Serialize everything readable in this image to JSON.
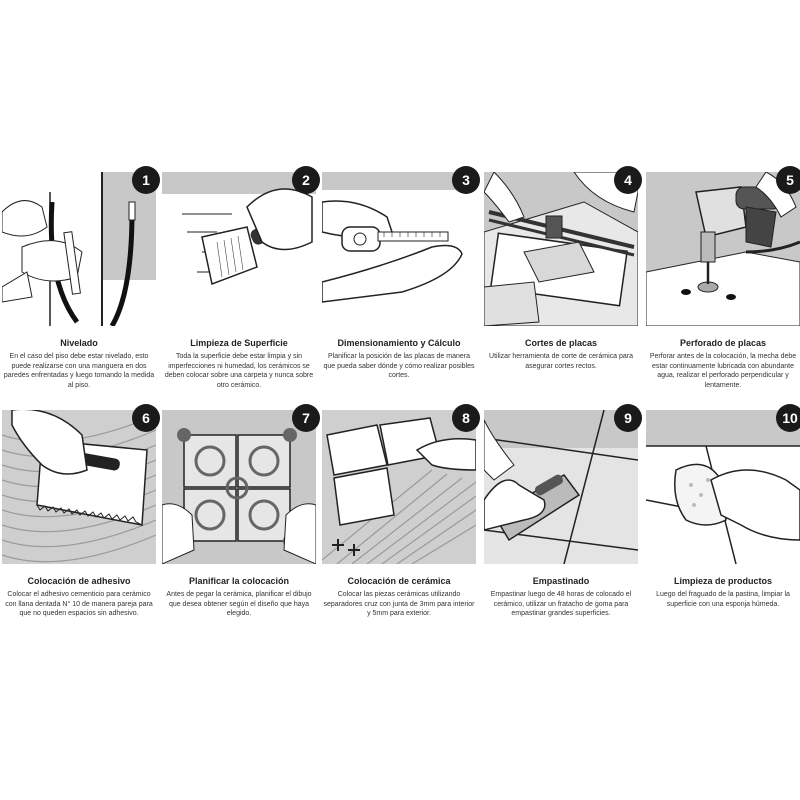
{
  "steps": [
    {
      "number": "1",
      "title": "Nivelado",
      "desc": "En el caso del piso debe estar nivelado, esto puede realizarse con una manguera en dos paredes enfrentadas y luego tomando la medida al piso.",
      "icon": "leveling-hose-icon"
    },
    {
      "number": "2",
      "title": "Limpieza de Superficie",
      "desc": "Toda la superficie debe estar limpia y sin imperfecciones ni humedad, los cerámicos se deben colocar sobre una carpeta y nunca sobre otro cerámico.",
      "icon": "scraper-icon"
    },
    {
      "number": "3",
      "title": "Dimensionamiento y Cálculo",
      "desc": "Planificar la posición de las placas de manera que pueda saber dónde y cómo realizar posibles cortes.",
      "icon": "measuring-tape-icon"
    },
    {
      "number": "4",
      "title": "Cortes de placas",
      "desc": "Utilizar herramienta de corte de cerámica para asegurar cortes rectos.",
      "icon": "tile-cutter-icon"
    },
    {
      "number": "5",
      "title": "Perforado de placas",
      "desc": "Perforar antes de la colocación, la mecha debe estar continuamente lubricada con abundante agua, realizar el perforado perpendicular y lentamente.",
      "icon": "drill-icon"
    },
    {
      "number": "6",
      "title": "Colocación de adhesivo",
      "desc": "Colocar el adhesivo cementicio para cerámico con llana dentada N° 10 de manera pareja para que no queden espacios sin adhesivo.",
      "icon": "notched-trowel-icon"
    },
    {
      "number": "7",
      "title": "Planificar la colocación",
      "desc": "Antes de pegar la cerámica, planificar el dibujo que desea obtener según el diseño que haya elegido.",
      "icon": "tile-pattern-icon"
    },
    {
      "number": "8",
      "title": "Colocación de cerámica",
      "desc": "Colocar las piezas cerámicas utilizando separadores cruz con junta de 3mm para interior y 5mm para exterior.",
      "icon": "tile-placing-icon"
    },
    {
      "number": "9",
      "title": "Empastinado",
      "desc": "Empastinar luego de 48 horas de colocado el cerámico, utilizar un fratacho de goma para empastinar grandes superficies.",
      "icon": "grout-float-icon"
    },
    {
      "number": "10",
      "title": "Limpieza de productos",
      "desc": "Luego del fraguado de la pastina, limpiar la superficie con una esponja húmeda.",
      "icon": "sponge-icon"
    }
  ],
  "colors": {
    "gray": "#c8c8c8",
    "dark": "#1a1a1a",
    "line": "#2a2a2a"
  }
}
